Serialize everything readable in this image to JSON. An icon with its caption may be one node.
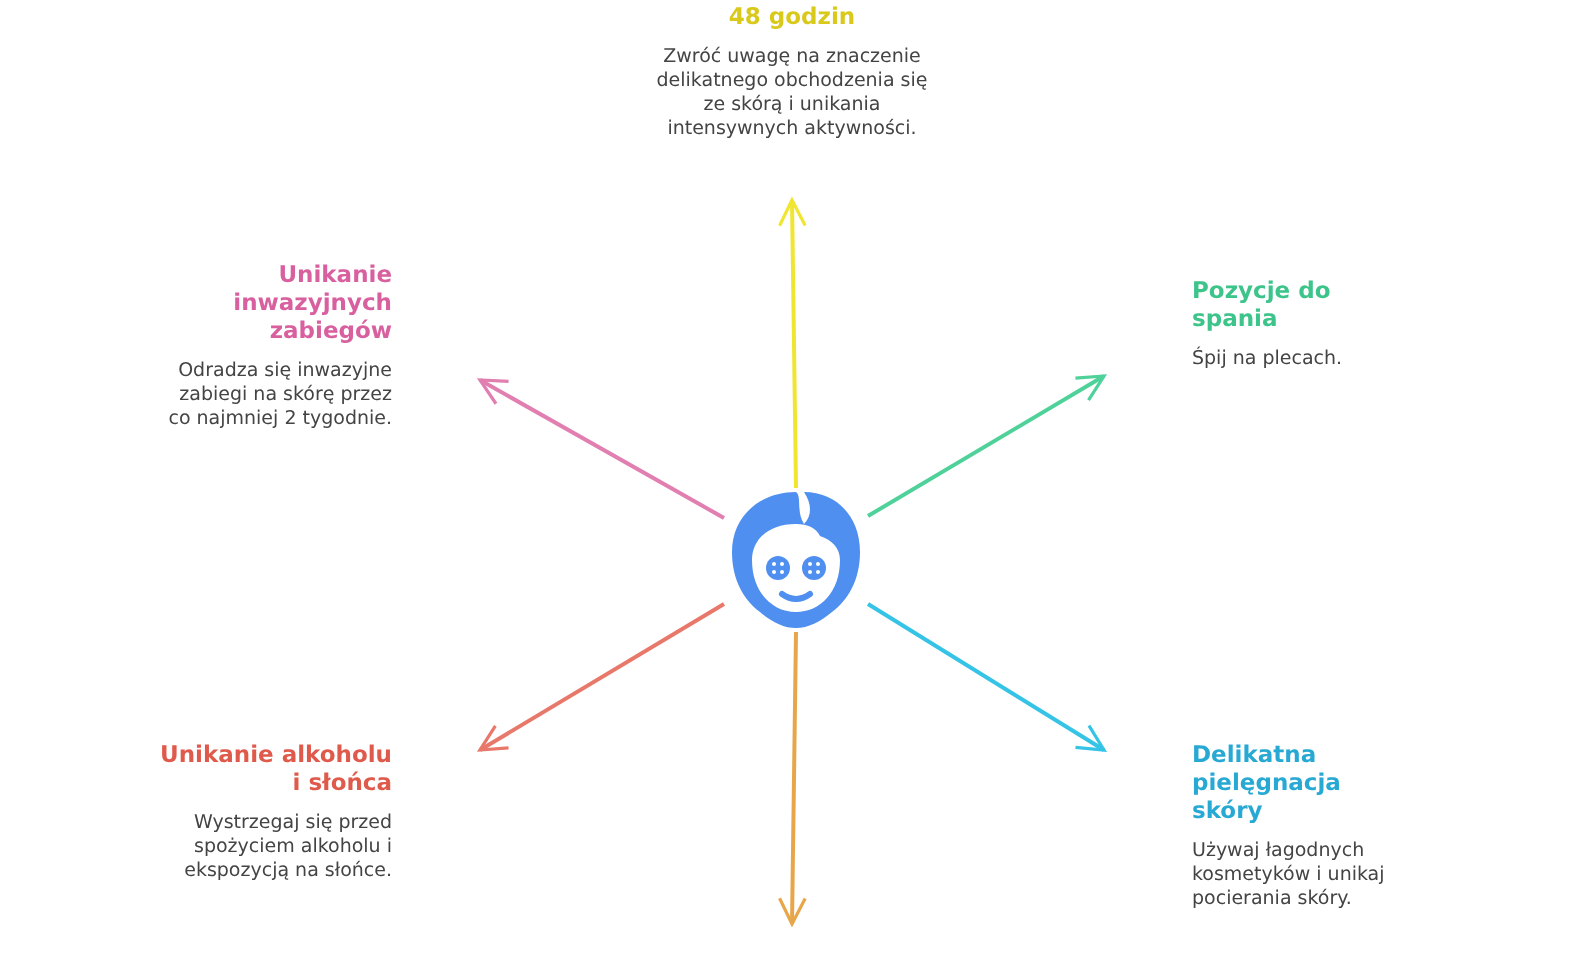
{
  "diagram": {
    "nodes": [
      {
        "text": [
          "48 godzin",
          "Zwróć uwagę na znaczenie delikatnego obchodzenia się ze skórą i unikania intensywnych aktywności."
        ]
      },
      {
        "text": [
          "Unikanie inwazyjnych zabiegów",
          "Odradza się inwazyjne zabiegi na skórę przez co najmniej 2 tygodnie."
        ]
      },
      {
        "text": [
          "Pozycje do spania",
          "Śpij na plecach."
        ]
      },
      {
        "text": [],
        "shape": "picture"
      },
      {
        "text": [
          "Unikanie alkoholu i słońca",
          "Wystrzegaj się przed spożyciem alkoholu i ekspozycją na słońce."
        ]
      },
      {
        "text": [
          "Delikatna pielęgnacja skóry",
          "Używaj łagodnych kosmetyków i unikaj pocierania skóry."
        ]
      }
    ],
    "edges": [
      {
        "from": 3,
        "to": 0,
        "arrow": "to",
        "color": "#f0e632"
      },
      {
        "from": 3,
        "to": 1,
        "arrow": "to",
        "color": "#e07fb0"
      },
      {
        "from": 3,
        "to": 2,
        "arrow": "to",
        "color": "#4fd19a"
      },
      {
        "from": 3,
        "to": 4,
        "arrow": "to",
        "color": "#e8786a"
      },
      {
        "from": 3,
        "to": 5,
        "arrow": "to",
        "color": "#35c3e6"
      },
      {
        "from": 3,
        "to": null,
        "arrow": "to",
        "color": "#e8a64a"
      }
    ]
  }
}
